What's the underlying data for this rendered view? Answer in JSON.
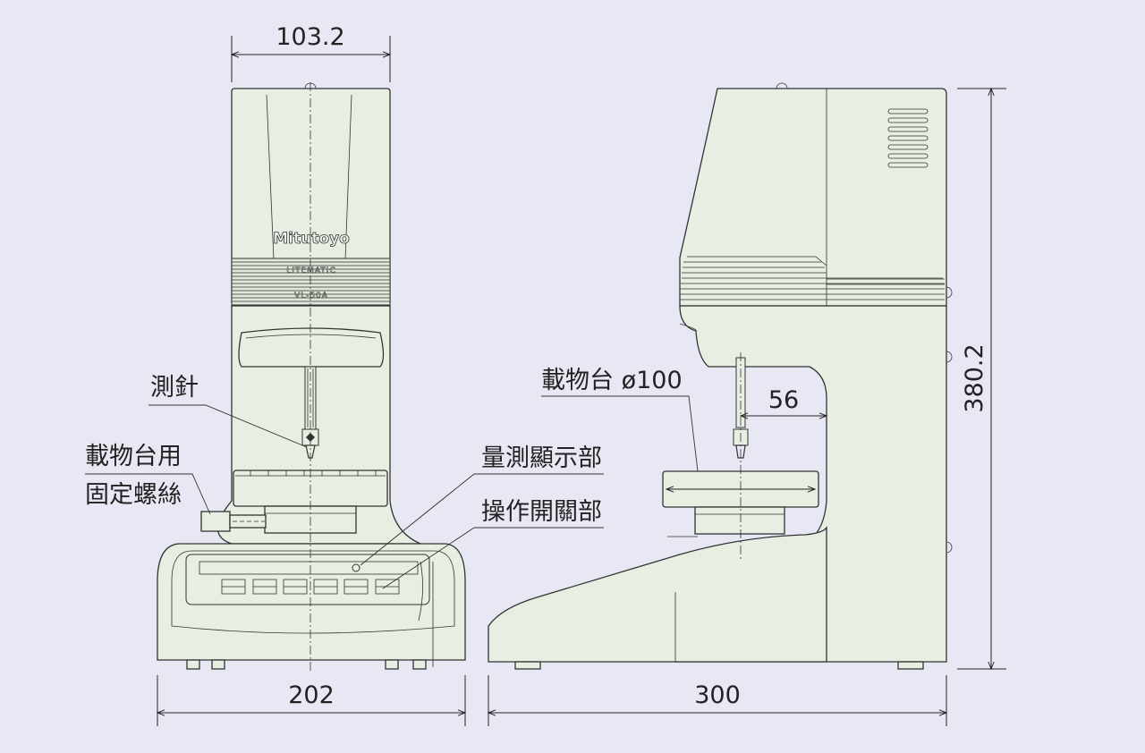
{
  "dimensions": {
    "top_width": "103.2",
    "base_width": "202",
    "depth": "300",
    "height": "380.2",
    "stylus_offset": "56"
  },
  "labels": {
    "stylus": "測針",
    "clamp_line1": "載物台用",
    "clamp_line2": "固定螺絲",
    "display": "量測顯示部",
    "switch": "操作開關部",
    "stage": "載物台 ø100"
  },
  "product": {
    "brand": "Mitutoyo",
    "series": "LITEMATIC",
    "model": "VL-50A"
  },
  "colors": {
    "background": "#e8e8f4",
    "body_fill": "#e6efe2",
    "line": "#333333"
  }
}
